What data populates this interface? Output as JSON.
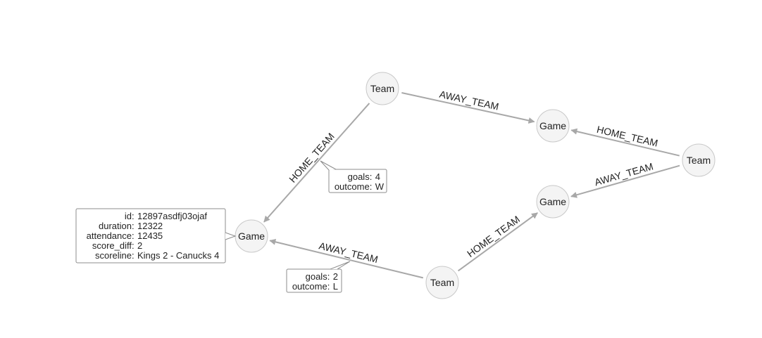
{
  "nodes": [
    {
      "id": "team_top",
      "label": "Team"
    },
    {
      "id": "game_right_top",
      "label": "Game"
    },
    {
      "id": "team_right",
      "label": "Team"
    },
    {
      "id": "game_right_bottom",
      "label": "Game"
    },
    {
      "id": "game_left",
      "label": "Game"
    },
    {
      "id": "team_bottom",
      "label": "Team"
    }
  ],
  "edges": [
    {
      "id": "e1",
      "from": "team_top",
      "to": "game_right_top",
      "label": "AWAY_TEAM"
    },
    {
      "id": "e2",
      "from": "team_right",
      "to": "game_right_top",
      "label": "HOME_TEAM"
    },
    {
      "id": "e3",
      "from": "team_right",
      "to": "game_right_bottom",
      "label": "AWAY_TEAM"
    },
    {
      "id": "e4",
      "from": "team_top",
      "to": "game_left",
      "label": "HOME_TEAM"
    },
    {
      "id": "e5",
      "from": "team_bottom",
      "to": "game_left",
      "label": "AWAY_TEAM"
    },
    {
      "id": "e6",
      "from": "team_bottom",
      "to": "game_right_bottom",
      "label": "HOME_TEAM"
    }
  ],
  "tooltips": [
    {
      "id": "tip_edge_home",
      "target": "e4",
      "lines": [
        {
          "key": "goals",
          "value": "4"
        },
        {
          "key": "outcome",
          "value": "W"
        }
      ]
    },
    {
      "id": "tip_edge_away",
      "target": "e5",
      "lines": [
        {
          "key": "goals",
          "value": "2"
        },
        {
          "key": "outcome",
          "value": "L"
        }
      ]
    },
    {
      "id": "tip_game",
      "target": "game_left",
      "lines": [
        {
          "key": "id",
          "value": "12897asdfj03ojaf"
        },
        {
          "key": "duration",
          "value": "12322"
        },
        {
          "key": "attendance",
          "value": "12435"
        },
        {
          "key": "score_diff",
          "value": "2"
        },
        {
          "key": "scoreline",
          "value": "Kings 2 - Canucks 4"
        }
      ]
    }
  ],
  "colors": {
    "node_fill": "#f4f4f4",
    "node_stroke": "#c8c8c8",
    "edge": "#a8a8a8",
    "text": "#222222"
  }
}
